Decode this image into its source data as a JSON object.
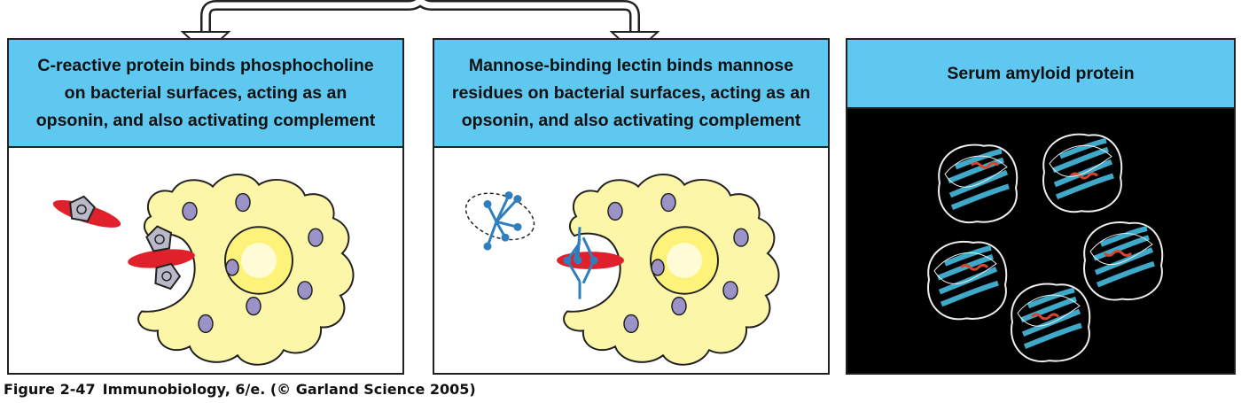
{
  "figure": {
    "caption_number": "Figure 2-47",
    "caption_text": "Immunobiology, 6/e. (© Garland Science 2005)"
  },
  "panels": [
    {
      "title_lines": [
        "C-reactive protein binds phosphocholine",
        "on bacterial surfaces, acting as an",
        "opsonin, and also activating complement"
      ]
    },
    {
      "title_lines": [
        "Mannose-binding lectin binds mannose",
        "residues on bacterial surfaces, acting as an",
        "opsonin, and also activating complement"
      ]
    },
    {
      "title_lines": [
        "Serum amyloid protein"
      ]
    }
  ],
  "colors": {
    "header_blue": "#5ec8f0",
    "cell_yellow": "#fcf6a8",
    "nucleus_yellow": "#fdf37a",
    "granule_purple": "#9b93c8",
    "bacterium_red": "#e0202a",
    "crp_gray": "#b9b9c9",
    "lectin_blue": "#2f7fbf",
    "protein_cyan": "#3ea9c8",
    "helix_red": "#d8452c"
  }
}
